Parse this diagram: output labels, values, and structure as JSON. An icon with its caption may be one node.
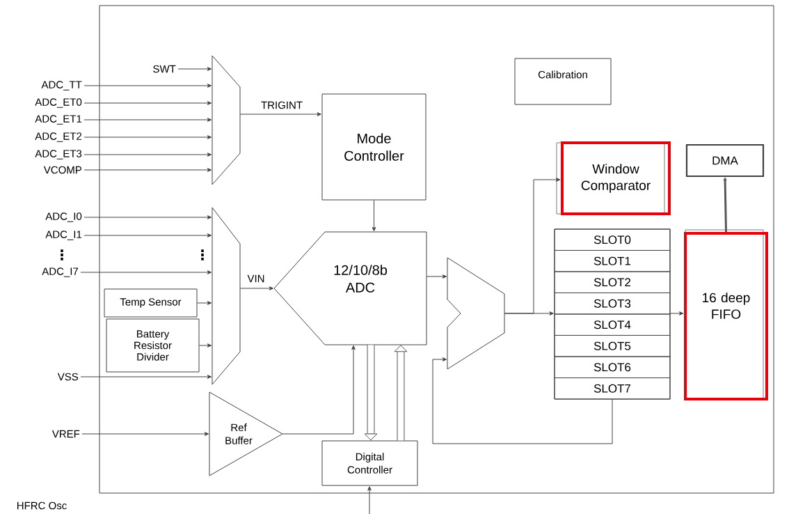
{
  "diagram": {
    "nodes": [
      {
        "text": [],
        "shape": "box"
      },
      {
        "text": [
          "SWT"
        ],
        "in": 0
      },
      {
        "text": [
          "ADC_TT"
        ]
      },
      {
        "text": [
          "ADC_ET0"
        ]
      },
      {
        "text": [
          "ADC_ET1"
        ]
      },
      {
        "text": [
          "ADC_ET2"
        ]
      },
      {
        "text": [
          "ADC_ET3"
        ]
      },
      {
        "text": [
          "VCOMP"
        ]
      },
      {
        "text": [],
        "shape": "trapezoid",
        "in": 0
      },
      {
        "text": [
          "Calibration"
        ],
        "in": 0
      },
      {
        "text": [
          "Mode Controller"
        ],
        "in": 0
      },
      {
        "text": [
          "Window Comparator"
        ],
        "in": 0
      },
      {
        "text": [
          "DMA"
        ],
        "in": 0
      },
      {
        "text": [
          "ADC_I0"
        ]
      },
      {
        "text": [
          "ADC_I1"
        ]
      },
      {
        "text": [
          "ADC_I7"
        ]
      },
      {
        "text": [],
        "shape": "trapezoid",
        "in": 0
      },
      {
        "text": [
          "Temp Sensor"
        ],
        "in": 0
      },
      {
        "text": [
          "Battery Resistor Divider"
        ],
        "in": 0
      },
      {
        "text": [
          "VSS"
        ]
      },
      {
        "text": [
          "12/10/8b ADC"
        ],
        "in": 0
      },
      {
        "text": [],
        "shape": "trapezoid",
        "in": 0
      },
      {
        "text": [],
        "shape": "box",
        "in": 0
      },
      {
        "text": [
          "SLOT0"
        ],
        "in": 22
      },
      {
        "text": [
          "SLOT1"
        ],
        "in": 22
      },
      {
        "text": [
          "SLOT2"
        ],
        "in": 22
      },
      {
        "text": [
          "SLOT3"
        ],
        "in": 22
      },
      {
        "text": [
          "SLOT4"
        ],
        "in": 22
      },
      {
        "text": [
          "SLOT5"
        ],
        "in": 22
      },
      {
        "text": [
          "SLOT6"
        ],
        "in": 22
      },
      {
        "text": [
          "SLOT7"
        ],
        "in": 22
      },
      {
        "text": [
          "16 deep FIFO"
        ],
        "in": 0
      },
      {
        "text": [
          "VREF"
        ]
      },
      {
        "text": [
          "Ref Buffer"
        ],
        "in": 0
      },
      {
        "text": [
          "Digital Controller"
        ],
        "in": 0
      }
    ],
    "edges": [
      {
        "from": 1,
        "to": 8,
        "arrow": "to"
      },
      {
        "from": 2,
        "to": 8,
        "arrow": "to"
      },
      {
        "from": 3,
        "to": 8,
        "arrow": "to"
      },
      {
        "from": 4,
        "to": 8,
        "arrow": "to"
      },
      {
        "from": 5,
        "to": 8,
        "arrow": "to"
      },
      {
        "from": 6,
        "to": 8,
        "arrow": "to"
      },
      {
        "from": 7,
        "to": 8,
        "arrow": "to"
      },
      {
        "from": 8,
        "to": 10,
        "arrow": "to",
        "label": "TRIGINT"
      },
      {
        "from": 10,
        "to": 20,
        "arrow": "to"
      },
      {
        "from": 13,
        "to": 16,
        "arrow": "to"
      },
      {
        "from": 14,
        "to": 16,
        "arrow": "to"
      },
      {
        "from": 15,
        "to": 16,
        "arrow": "to"
      },
      {
        "from": 17,
        "to": 16,
        "arrow": "to"
      },
      {
        "from": 18,
        "to": 16,
        "arrow": "to"
      },
      {
        "from": 19,
        "to": 16,
        "arrow": "to"
      },
      {
        "from": 16,
        "to": 20,
        "arrow": "to",
        "label": "VIN"
      },
      {
        "from": 32,
        "to": 33,
        "arrow": "to"
      },
      {
        "from": 33,
        "to": 20,
        "arrow": "to"
      },
      {
        "from": 20,
        "to": 34,
        "arrow": "to",
        "style": "thick"
      },
      {
        "from": 34,
        "to": 20,
        "arrow": "to",
        "style": "thick"
      },
      {
        "from": 20,
        "to": 21,
        "arrow": "to"
      },
      {
        "from": 21,
        "to": 22,
        "arrow": "to"
      },
      {
        "from": 21,
        "to": 11,
        "arrow": "to"
      },
      {
        "from": 22,
        "to": 31,
        "arrow": "to"
      },
      {
        "from": 30,
        "to": 21,
        "arrow": "to"
      },
      {
        "from": 31,
        "to": 12,
        "arrow": "to",
        "style": "thick",
        "color": "#595959"
      },
      {
        "from": null,
        "to": 34,
        "arrow": "to"
      }
    ],
    "labels": [
      "⋮",
      "⋮",
      "HFRC Osc"
    ]
  }
}
